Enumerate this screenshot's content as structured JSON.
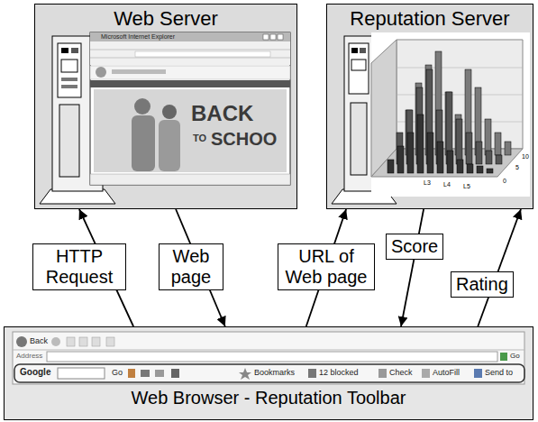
{
  "diagram": {
    "nodes": [
      {
        "text": [
          "Web Server"
        ]
      },
      {
        "text": [
          "Reputation Server"
        ]
      },
      {
        "text": [
          "Web Browser - Reputation Toolbar"
        ]
      }
    ],
    "edges": [
      {
        "from": 2,
        "to": 0,
        "label": "HTTP Request",
        "arrow": "to"
      },
      {
        "from": 0,
        "to": 2,
        "label": "Web page",
        "arrow": "to"
      },
      {
        "from": 2,
        "to": 1,
        "label": "URL of Web page",
        "arrow": "to"
      },
      {
        "from": 1,
        "to": 2,
        "label": "Score",
        "arrow": "to"
      },
      {
        "from": 2,
        "to": 1,
        "label": "Rating",
        "arrow": "to"
      }
    ],
    "labels": [
      "Microsoft Internet Explorer",
      "BACK",
      "TO",
      "SCHOO",
      "10",
      "5",
      "0",
      "L3",
      "L4",
      "L5",
      "Back",
      "Address",
      "Go",
      "Google",
      "Go",
      "Bookmarks",
      "12 blocked",
      "Check",
      "AutoFill",
      "Send to"
    ]
  }
}
